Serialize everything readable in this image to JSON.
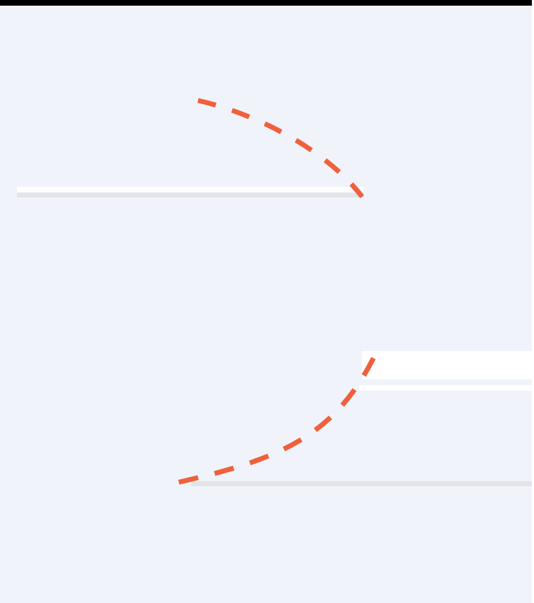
{
  "colors": {
    "canvas_background": "#f0f4fa",
    "title_bar": "#000000",
    "panel_white": "#ffffff",
    "panel_shadow": "#e3e4e8",
    "connector_dash": "#f0603c"
  },
  "connectors": [
    {
      "name": "upper-arc",
      "style": "dashed"
    },
    {
      "name": "lower-arc",
      "style": "dashed"
    }
  ]
}
